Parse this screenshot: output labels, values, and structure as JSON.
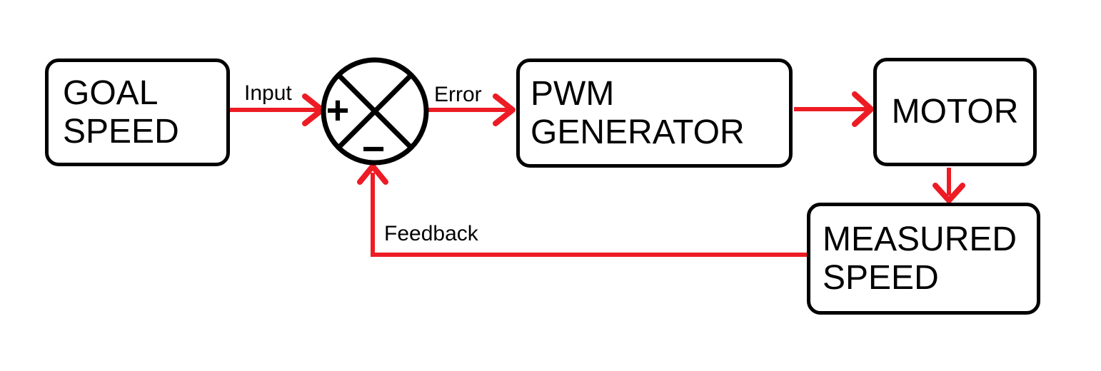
{
  "diagram": {
    "background": "#ffffff",
    "colors": {
      "arrow": "#ed1c24",
      "line": "#000000",
      "text": "#000000"
    },
    "nodes": {
      "goal_speed": {
        "label": "GOAL SPEED",
        "lines": [
          "GOAL",
          "SPEED"
        ]
      },
      "pwm_generator": {
        "label": "PWM GENERATOR",
        "lines": [
          "PWM",
          "GENERATOR"
        ]
      },
      "motor": {
        "label": "MOTOR",
        "lines": [
          "MOTOR"
        ]
      },
      "measured_speed": {
        "label": "MEASURED SPEED",
        "lines": [
          "MEASURED",
          "SPEED"
        ]
      }
    },
    "junction": {
      "plus": "+",
      "minus": "−"
    },
    "edge_labels": {
      "input": "Input",
      "error": "Error",
      "feedback": "Feedback"
    },
    "edges": [
      {
        "from": "GOAL SPEED",
        "to": "summing junction (+)",
        "label": "Input"
      },
      {
        "from": "summing junction",
        "to": "PWM GENERATOR",
        "label": "Error"
      },
      {
        "from": "PWM GENERATOR",
        "to": "MOTOR",
        "label": ""
      },
      {
        "from": "MOTOR",
        "to": "MEASURED SPEED",
        "label": ""
      },
      {
        "from": "MEASURED SPEED",
        "to": "summing junction (−)",
        "label": "Feedback"
      }
    ]
  }
}
